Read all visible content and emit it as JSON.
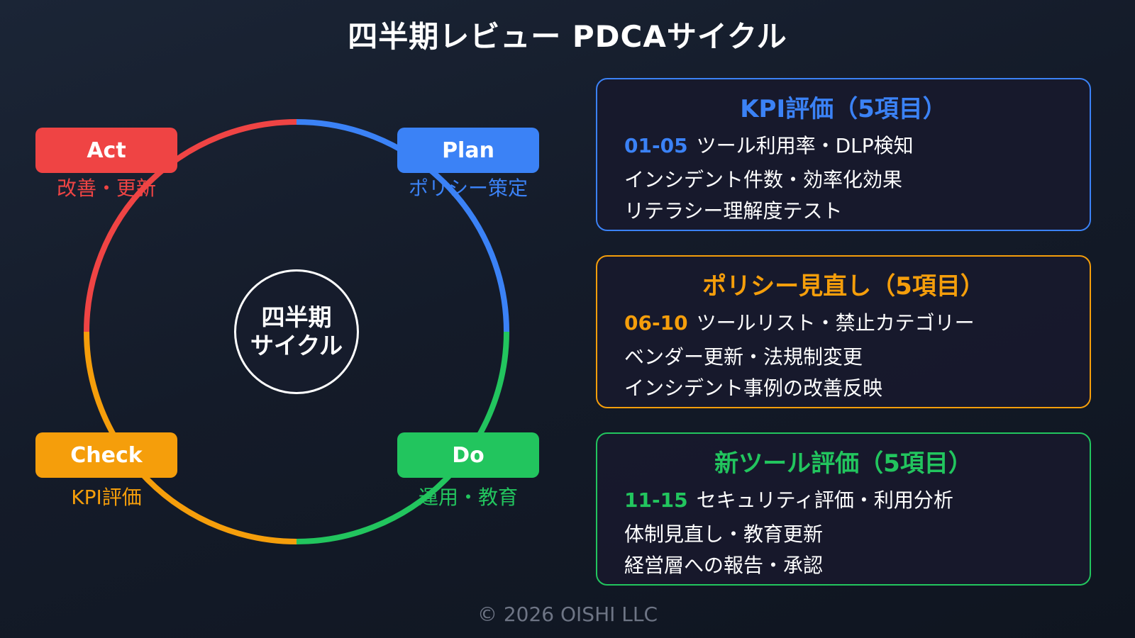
{
  "title": "四半期レビュー PDCAサイクル",
  "center": {
    "line1": "四半期",
    "line2": "サイクル"
  },
  "nodes": {
    "plan": {
      "label": "Plan",
      "sub": "ポリシー策定",
      "color": "#3b82f6"
    },
    "do": {
      "label": "Do",
      "sub": "運用・教育",
      "color": "#22c55e"
    },
    "check": {
      "label": "Check",
      "sub": "KPI評価",
      "color": "#f59e0b"
    },
    "act": {
      "label": "Act",
      "sub": "改善・更新",
      "color": "#ef4444"
    }
  },
  "cards": [
    {
      "title": "KPI評価（5項目）",
      "color": "#3b82f6",
      "range": "01-05",
      "lines": [
        "ツール利用率・DLP検知",
        "インシデント件数・効率化効果",
        "リテラシー理解度テスト"
      ]
    },
    {
      "title": "ポリシー見直し（5項目）",
      "color": "#f59e0b",
      "range": "06-10",
      "lines": [
        "ツールリスト・禁止カテゴリー",
        "ベンダー更新・法規制変更",
        "インシデント事例の改善反映"
      ]
    },
    {
      "title": "新ツール評価（5項目）",
      "color": "#22c55e",
      "range": "11-15",
      "lines": [
        "セキュリティ評価・利用分析",
        "体制見直し・教育更新",
        "経営層への報告・承認"
      ]
    }
  ],
  "footer": "© 2026 OISHI LLC"
}
